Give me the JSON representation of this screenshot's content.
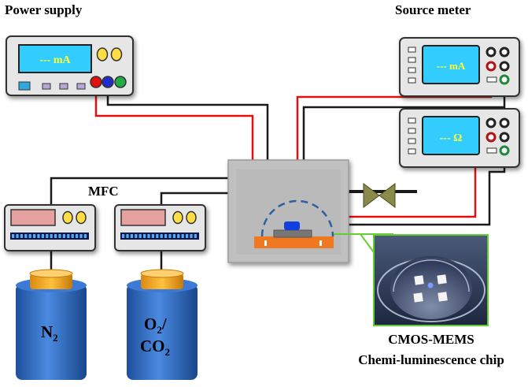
{
  "labels": {
    "power_supply": "Power supply",
    "source_meter": "Source meter",
    "mfc": "MFC",
    "chip_line1": "CMOS-MEMS",
    "chip_line2": "Chemi-luminescence chip"
  },
  "displays": {
    "power_supply": "--- mA",
    "meter_top": "--- mA",
    "meter_bottom": "--- Ω"
  },
  "gases": {
    "n2": {
      "main": "N",
      "sub": "2"
    },
    "o2_co2": {
      "o_main": "O",
      "o_sub": "2",
      "slash": "/",
      "co_main": "CO",
      "co_sub": "2"
    }
  },
  "colors": {
    "wire_red": "#e31010",
    "wire_black": "#1a1a1a",
    "lcd_blue": "#33ccff",
    "lcd_pink": "#e6a0a0",
    "knob_yellow": "#ffdd44",
    "cylinder_blue": "#2e6fc7",
    "cylinder_cap": "#f0a020",
    "chamber_grey": "#c0c0c0",
    "substrate_orange": "#f07820",
    "dome_blue": "#2e5fa0",
    "chip_blue": "#1040e0",
    "valve_olive": "#8a8a4a",
    "callout_green": "#66cc33"
  }
}
